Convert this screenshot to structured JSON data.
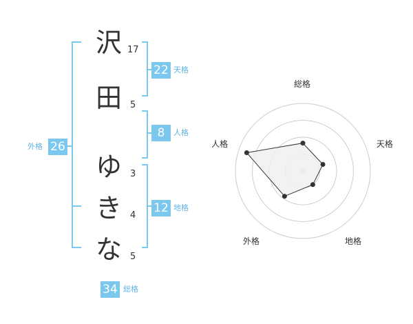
{
  "name": {
    "characters": [
      {
        "char": "沢",
        "strokes": "17"
      },
      {
        "char": "田",
        "strokes": "5"
      },
      {
        "char": "ゆ",
        "strokes": "3"
      },
      {
        "char": "き",
        "strokes": "4"
      },
      {
        "char": "な",
        "strokes": "5"
      }
    ]
  },
  "fortune": {
    "tenkaku": {
      "value": "22",
      "label": "天格"
    },
    "jinkaku": {
      "value": "8",
      "label": "人格"
    },
    "chikaku": {
      "value": "12",
      "label": "地格"
    },
    "gaikaku": {
      "value": "26",
      "label": "外格"
    },
    "soukaku": {
      "value": "34",
      "label": "総格"
    }
  },
  "colors": {
    "accent": "#7cc7ee",
    "accent_text": "#5fb3e5",
    "text": "#333333",
    "grid": "#cccccc",
    "fill": "#f0f0f0"
  },
  "chart_data": {
    "type": "radar",
    "categories": [
      "総格",
      "天格",
      "地格",
      "外格",
      "人格"
    ],
    "values": [
      1.65,
      1.25,
      1.0,
      1.85,
      3.5
    ],
    "rmax": 4,
    "rings": 4
  }
}
